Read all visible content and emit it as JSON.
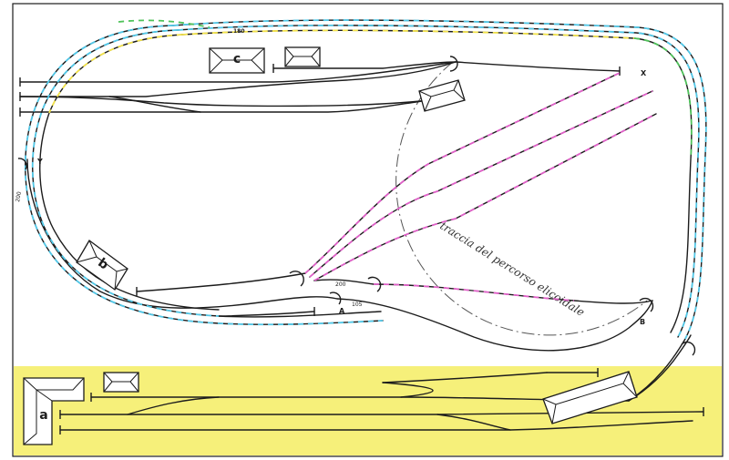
{
  "diagram": {
    "buildings": {
      "a": "a",
      "b": "b",
      "c": "c"
    },
    "points": {
      "x": "X",
      "y": "Y",
      "a": "A",
      "b": "B"
    },
    "numbers": {
      "n180": "180",
      "n200_right": "200",
      "n200_left": "200",
      "n105": "105"
    },
    "helix_label": "traccia del percorso elicoidale",
    "colors": {
      "yellow_zone": "#f6f07a",
      "overlay_cyan": "#52c8e8",
      "overlay_magenta": "#e060c8",
      "overlay_yellow": "#f2e24a",
      "overlay_green": "#4fc25a",
      "track": "#1c1c1c"
    }
  }
}
